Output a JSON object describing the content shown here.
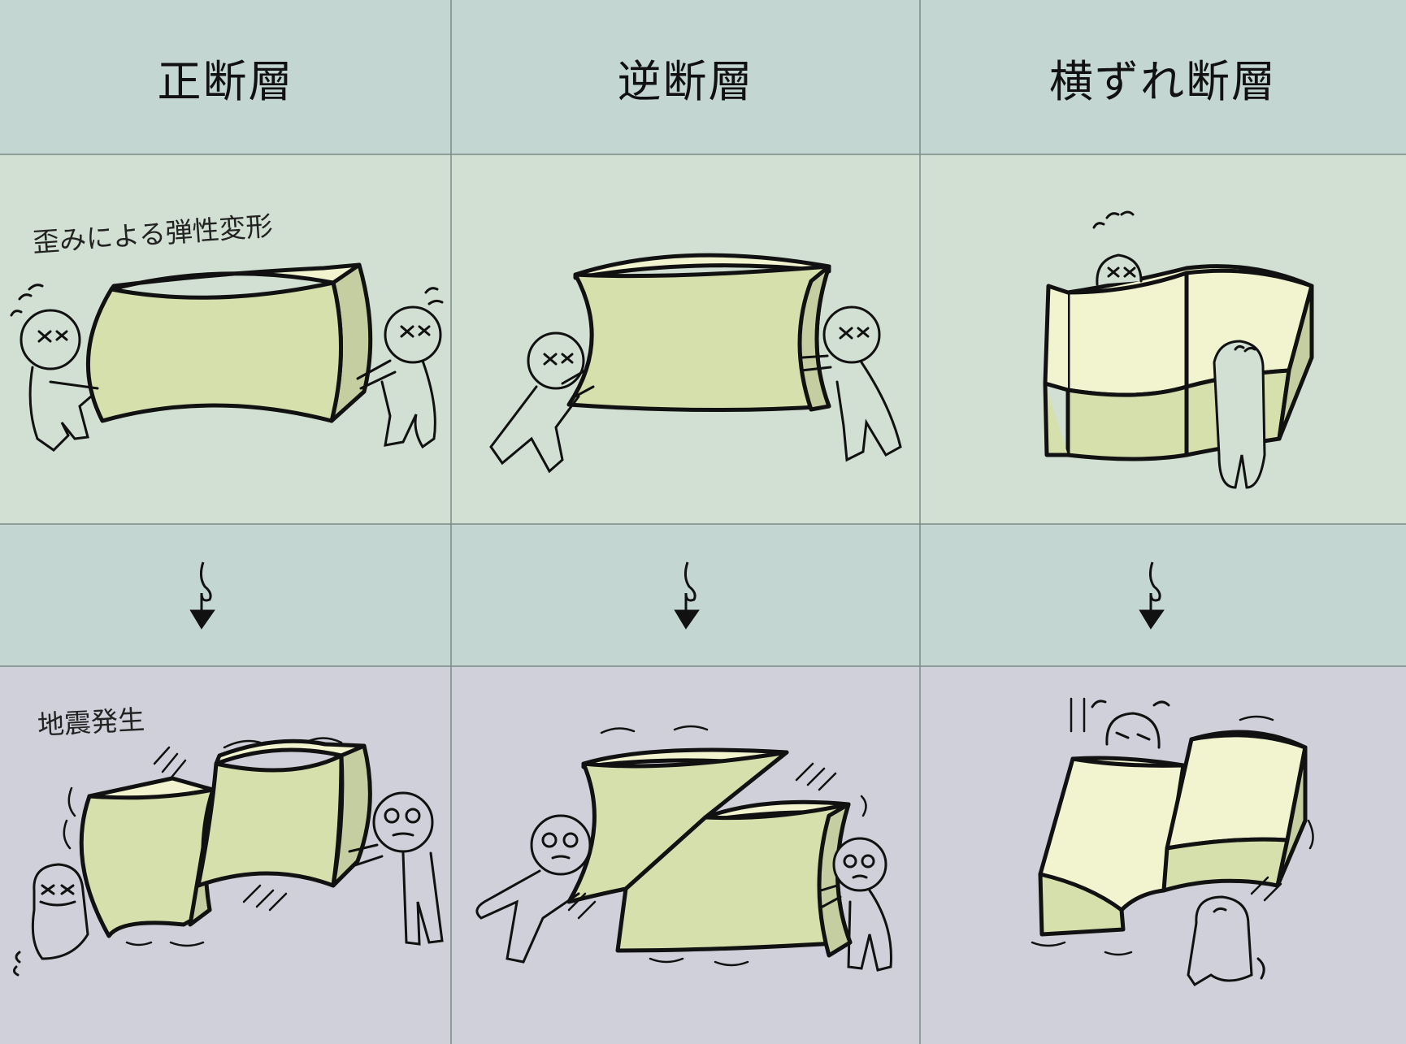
{
  "columns": [
    {
      "title": "正断層"
    },
    {
      "title": "逆断層"
    },
    {
      "title": "横ずれ断層"
    }
  ],
  "rows": {
    "strain_label": "歪みによる弾性変形",
    "quake_label": "地震発生"
  },
  "colors": {
    "header_bg": "#c3d6d2",
    "strain_bg": "#d1e0d3",
    "quake_bg": "#d0d0da",
    "block_top": "#f1f4cf",
    "block_face": "#d6e0ad",
    "block_side": "#c4cea0",
    "outline": "#111111",
    "grid_line": "#7a8a88"
  }
}
